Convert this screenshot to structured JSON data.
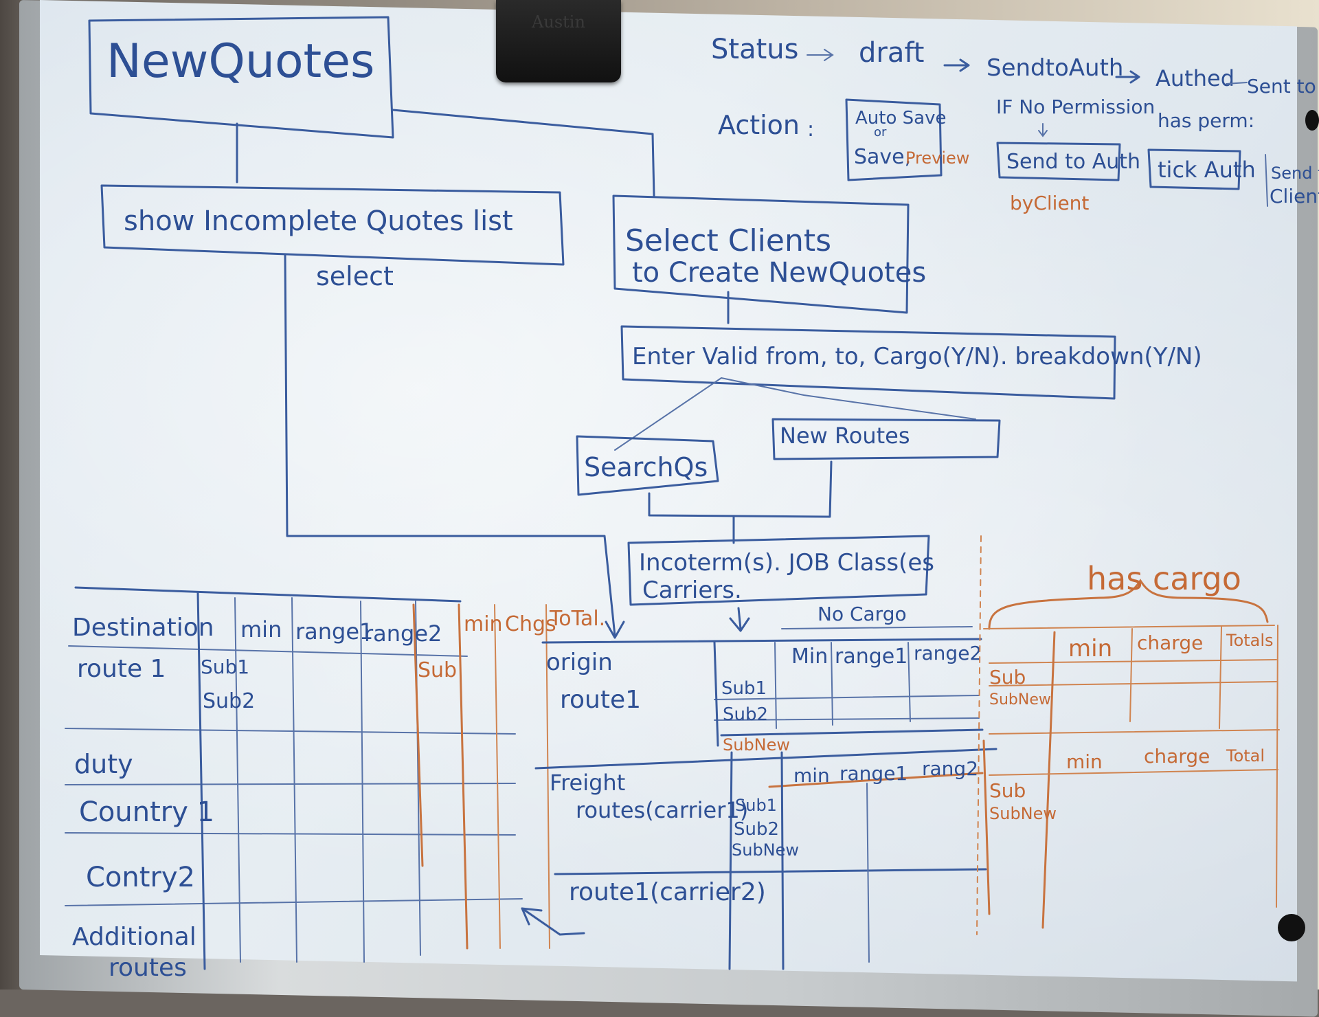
{
  "clip": {
    "label": "Austin"
  },
  "title": "NewQuotes",
  "status_flow": {
    "label": "Status",
    "steps": [
      "draft",
      "SendtoAuth",
      "Authed",
      "Sent to Client"
    ]
  },
  "actions": {
    "label": "Action",
    "draft_line1": "Auto Save",
    "draft_or": "or",
    "draft_line2": "Save, ",
    "draft_preview": "Preview",
    "no_permission": "IF No Permission",
    "send_to_auth": "Send to Auth",
    "by_client": "byClient",
    "has_perm": "has perm:",
    "tick_auth": "tick Auth",
    "send_to_client_l1": "Send to",
    "send_to_client_l2": "Client"
  },
  "boxes": {
    "show_incomplete": "show Incomplete Quotes list",
    "select": "select",
    "select_clients_l1": "Select Clients",
    "select_clients_l2": "to Create NewQuotes",
    "enter_valid": "Enter Valid from, to, Cargo(Y/N). breakdown(Y/N)",
    "search_qs": "SearchQs",
    "new_routes": "New Routes",
    "incoterms_l1": "Incoterm(s). JOB Class(es",
    "incoterms_l2": "Carriers."
  },
  "left_table": {
    "headers": [
      "Destination",
      "min",
      "range1",
      "range2"
    ],
    "orange_headers": [
      "min",
      "Chgs",
      "ToTal."
    ],
    "rows": [
      "route 1",
      "duty",
      "Country 1",
      "Contry2",
      "Additional",
      "routes"
    ],
    "subs": [
      "Sub1",
      "Sub2"
    ],
    "orange_sub": "Sub"
  },
  "no_cargo_table": {
    "caption": "No Cargo",
    "headers": [
      "Min",
      "range1",
      "range2"
    ],
    "rows": [
      "origin",
      "route1",
      "Freight",
      "routes(carrier1)",
      "route1(carrier2)"
    ],
    "subs_top": [
      "Sub1",
      "Sub2"
    ],
    "sub_new": "SubNew",
    "subs_freight": [
      "Sub1",
      "Sub2",
      "SubNew"
    ],
    "freight_headers": [
      "min",
      "range1",
      "rang2"
    ]
  },
  "cargo_table": {
    "caption": "has cargo",
    "headers": [
      "min",
      "charge",
      "Totals"
    ],
    "subs": [
      "Sub",
      "SubNew"
    ],
    "headers2": [
      "min",
      "charge",
      "Total"
    ],
    "subs2": [
      "Sub",
      "SubNew"
    ]
  }
}
